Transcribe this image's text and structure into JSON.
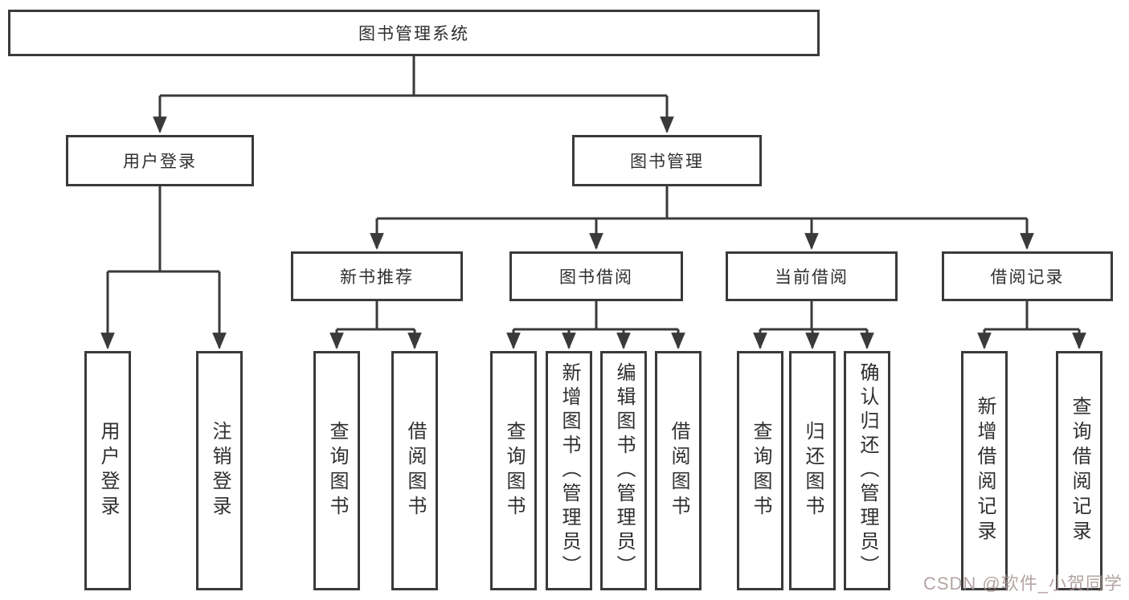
{
  "diagram": {
    "nodes": {
      "root": "图书管理系统",
      "l2": [
        "用户登录",
        "图书管理"
      ],
      "l3": [
        "新书推荐",
        "图书借阅",
        "当前借阅",
        "借阅记录"
      ],
      "leaves": [
        "用户登录",
        "注销登录",
        "查询图书",
        "借阅图书",
        "查询图书",
        "新增图书（管理员）",
        "编辑图书（管理员）",
        "借阅图书",
        "查询图书",
        "归还图书",
        "确认归还（管理员）",
        "新增借阅记录",
        "查询借阅记录"
      ]
    },
    "hierarchy": {
      "图书管理系统": [
        "用户登录",
        "图书管理"
      ],
      "用户登录": [
        "用户登录",
        "注销登录"
      ],
      "图书管理": [
        "新书推荐",
        "图书借阅",
        "当前借阅",
        "借阅记录"
      ],
      "新书推荐": [
        "查询图书",
        "借阅图书"
      ],
      "图书借阅": [
        "查询图书",
        "新增图书（管理员）",
        "编辑图书（管理员）",
        "借阅图书"
      ],
      "当前借阅": [
        "查询图书",
        "归还图书",
        "确认归还（管理员）"
      ],
      "借阅记录": [
        "新增借阅记录",
        "查询借阅记录"
      ]
    },
    "colors": {
      "line": "#3a3a3a",
      "text": "#2f2f2f",
      "box_background": "#ffffff",
      "watermark": "#a89494"
    }
  },
  "watermark": {
    "text": "CSDN @软件_小贺同学"
  }
}
